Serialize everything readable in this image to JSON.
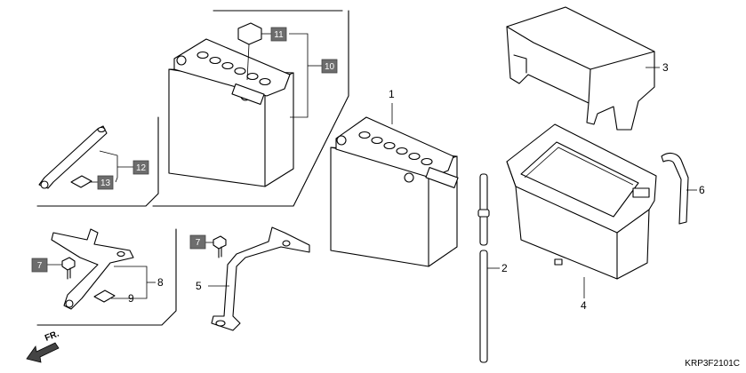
{
  "parts": {
    "battery_box": "4",
    "battery_cover": "3",
    "battery_main": "1",
    "breather_tube_cut": "2",
    "breather_tube_bent": "6",
    "battery_set": "10",
    "battery_cap": "11",
    "battery_band": "12",
    "band_pad": "13",
    "battery_bracket": "5",
    "bolt_left": "7",
    "bolt_mid": "7",
    "battery_setting_plate": "8",
    "plate_pad": "9"
  },
  "diagram_code": "KRP3F2101C",
  "direction_label": "FR."
}
